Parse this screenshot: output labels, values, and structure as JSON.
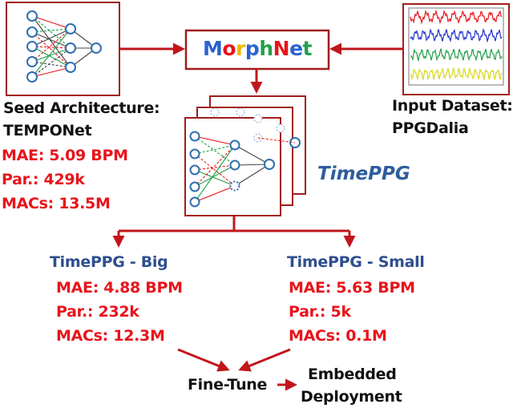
{
  "morphnet": {
    "letters": [
      "M",
      "o",
      "r",
      "p",
      "h",
      "N",
      "e",
      "t"
    ],
    "letter_colors": [
      "#2a63d0",
      "#e8141b",
      "#f2b705",
      "#2a63d0",
      "#22a04a",
      "#e8141b",
      "#2a63d0",
      "#22a04a"
    ]
  },
  "seed": {
    "title_line1": "Seed Architecture:",
    "title_line2": "TEMPONet",
    "mae": "MAE: 5.09 BPM",
    "params": "Par.: 429k",
    "macs": "MACs: 13.5M"
  },
  "input": {
    "title_line1": "Input Dataset:",
    "title_line2": "PPGDalia",
    "signal_colors": [
      "#e8141b",
      "#2233cc",
      "#22a04a",
      "#d8d820"
    ]
  },
  "timeppg": {
    "label": "TimePPG"
  },
  "big": {
    "title": "TimePPG - Big",
    "mae": "MAE: 4.88 BPM",
    "params": "Par.: 232k",
    "macs": "MACs: 12.3M"
  },
  "small": {
    "title": "TimePPG - Small",
    "mae": "MAE: 5.63 BPM",
    "params": "Par.: 5k",
    "macs": "MACs: 0.1M"
  },
  "finetune": {
    "label": "Fine-Tune"
  },
  "deploy": {
    "line1": "Embedded",
    "line2": "Deployment"
  },
  "colors": {
    "frame": "#a11d1d",
    "arrow": "#c0161c",
    "node": "#2f6fb0",
    "node_fill": "#ffffff"
  }
}
